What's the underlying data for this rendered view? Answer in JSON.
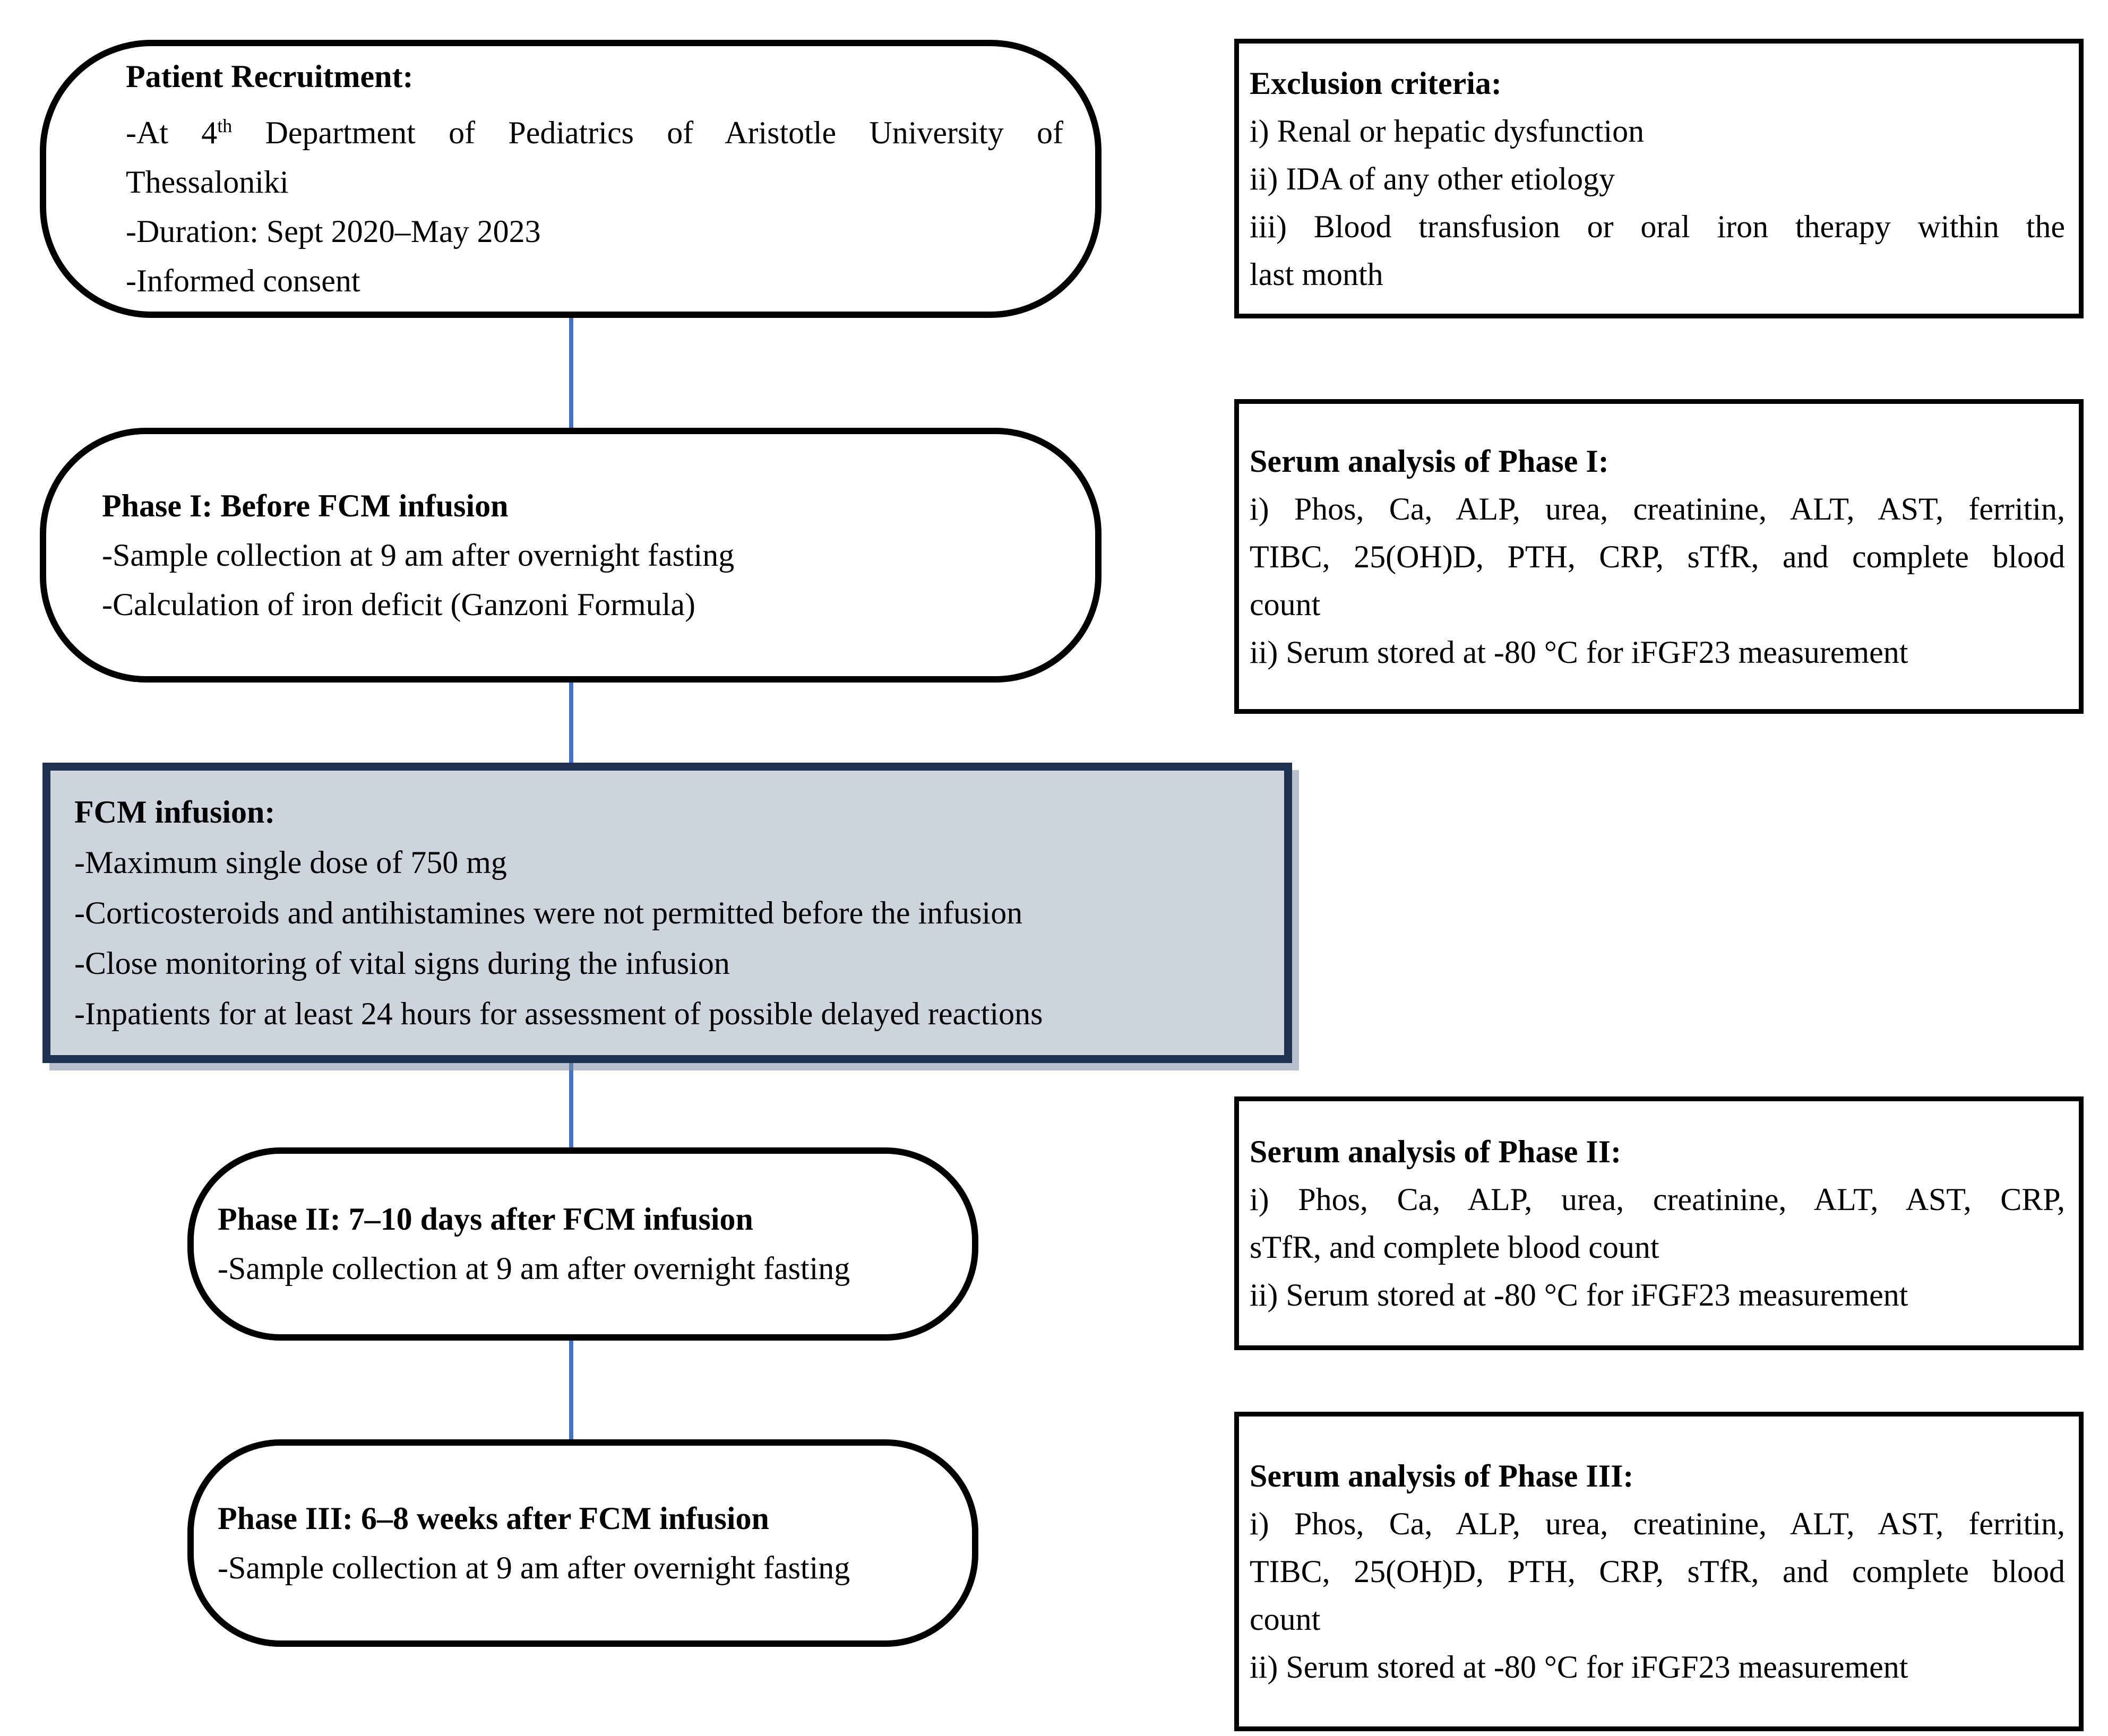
{
  "colors": {
    "connector_blue": "#4472C4",
    "fcm_box_border": "#1F3252",
    "fcm_box_fill": "#CDD4DE",
    "node_border": "#000000",
    "background": "#FFFFFF",
    "text": "#000000"
  },
  "boxes": {
    "recruitment": {
      "title": "Patient Recruitment:",
      "l1a_pre": "-At 4",
      "l1a_sup": "th",
      "l1a_post": " Department of Pediatrics of Aristotle University of",
      "l1b": "Thessaloniki",
      "l2": "-Duration: Sept 2020–May 2023",
      "l3": "-Informed consent"
    },
    "phase1": {
      "title": "Phase I: Before FCM infusion",
      "l1": "-Sample collection at 9 am after overnight fasting",
      "l2": "-Calculation of iron deficit (Ganzoni Formula)"
    },
    "fcm": {
      "title": "FCM infusion:",
      "l1": "-Maximum single dose of 750 mg",
      "l2": "-Corticosteroids and antihistamines were not permitted before the infusion",
      "l3": "-Close monitoring of vital signs during the infusion",
      "l4": "-Inpatients for at least 24 hours for assessment of possible delayed reactions"
    },
    "phase2": {
      "title": "Phase II: 7–10 days after FCM infusion",
      "l1": "-Sample collection at 9 am after overnight fasting"
    },
    "phase3": {
      "title": "Phase III: 6–8 weeks after FCM infusion",
      "l1": "-Sample collection at 9 am after overnight fasting"
    },
    "exclusion": {
      "title": "Exclusion criteria:",
      "i": "i) Renal or hepatic dysfunction",
      "ii": "ii) IDA of any other etiology",
      "iii_a": "iii) Blood transfusion or oral iron therapy within the",
      "iii_b": "last month"
    },
    "serum1": {
      "title": "Serum analysis of Phase I:",
      "i_a": "i) Phos, Ca, ALP, urea, creatinine, ALT, AST, ferritin,",
      "i_b": "TIBC, 25(OH)D, PTH, CRP, sTfR, and complete blood",
      "i_c": "count",
      "ii": "ii) Serum stored at -80 °C for iFGF23 measurement"
    },
    "serum2": {
      "title": "Serum analysis of Phase II:",
      "i_a": "i) Phos, Ca, ALP, urea, creatinine, ALT, AST, CRP,",
      "i_b": "sTfR, and complete blood count",
      "ii": "ii) Serum stored at -80 °C for iFGF23 measurement"
    },
    "serum3": {
      "title": "Serum analysis of Phase III:",
      "i_a": "i) Phos, Ca, ALP, urea, creatinine, ALT, AST, ferritin,",
      "i_b": "TIBC, 25(OH)D, PTH, CRP, sTfR, and complete blood",
      "i_c": "count",
      "ii": "ii) Serum stored at -80 °C for iFGF23 measurement"
    }
  }
}
